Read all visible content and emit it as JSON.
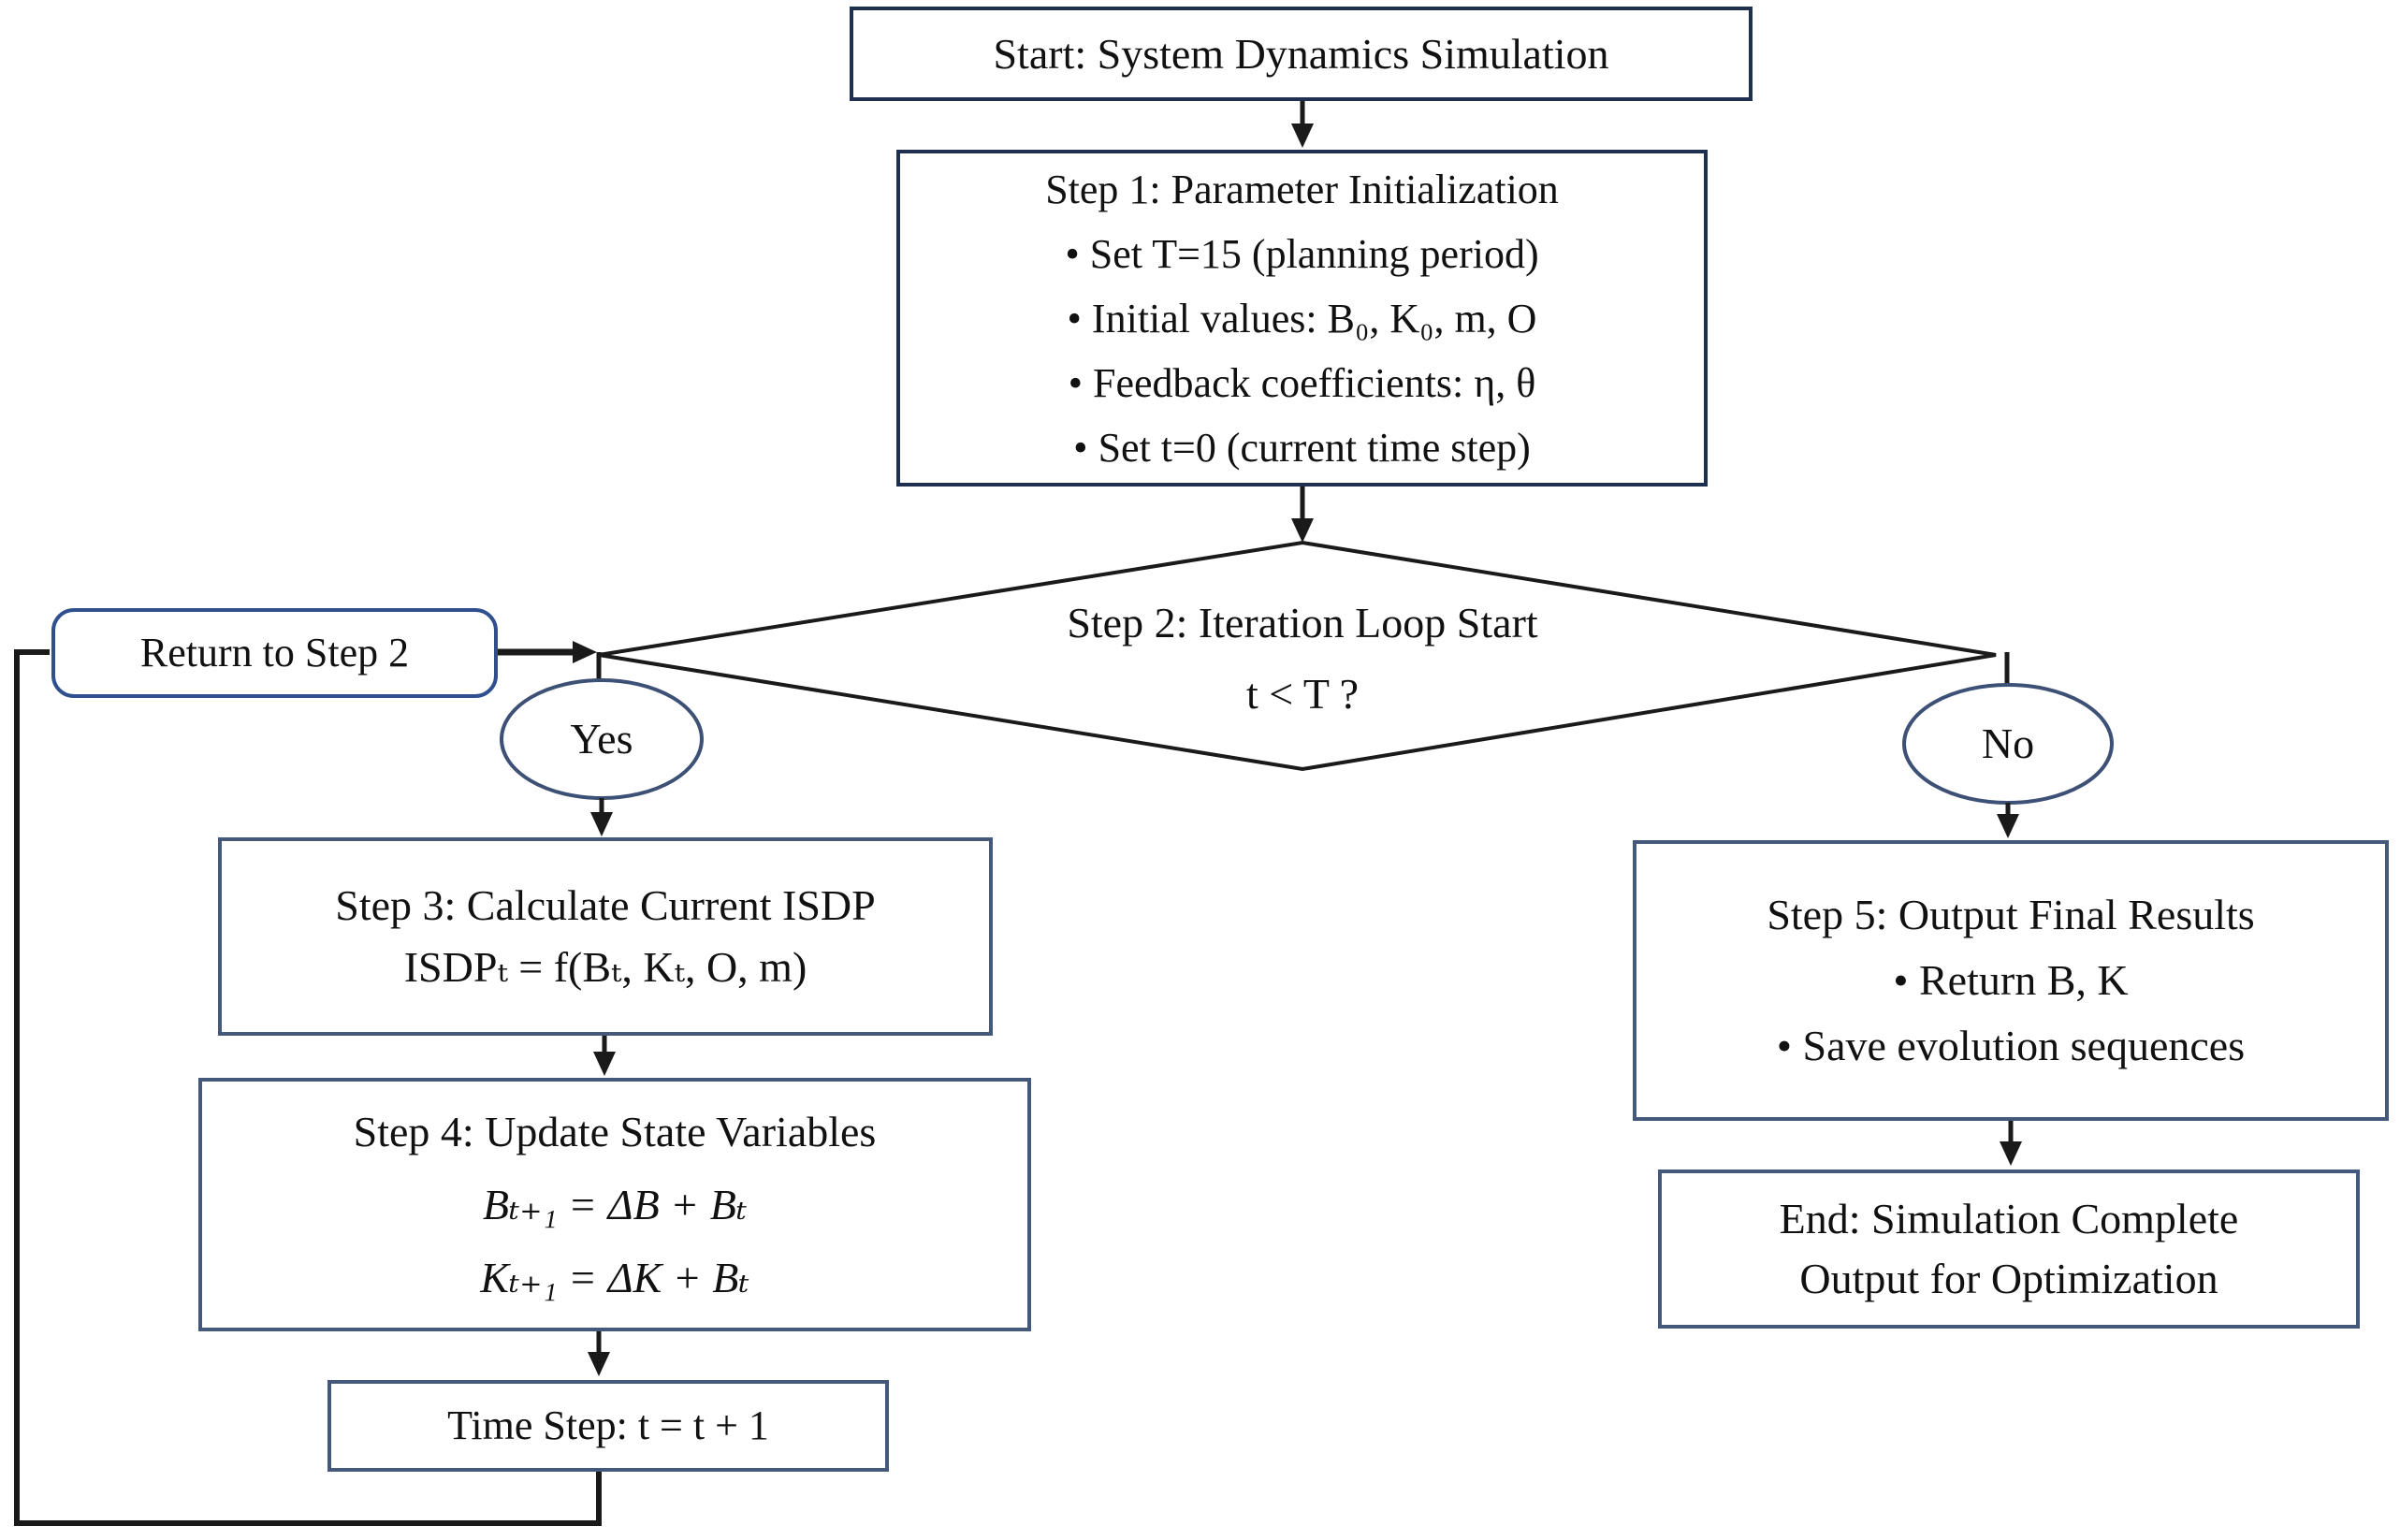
{
  "palette": {
    "background": "#ffffff",
    "box_border_dark": "#1e2f50",
    "box_border_slate": "#44587c",
    "return_border": "#2f4f8f",
    "ellipse_border": "#3d5075",
    "connector_line": "#1a1a1a",
    "text": "#111111"
  },
  "flow": {
    "start": {
      "label": "Start: System Dynamics Simulation"
    },
    "step1": {
      "lines": [
        "Step 1: Parameter Initialization",
        "• Set T=15 (planning period)",
        "• Initial values: B₀, K₀, m, O",
        "• Feedback coefficients: η, θ",
        "• Set t=0 (current time step)"
      ]
    },
    "step2": {
      "lines": [
        "Step 2: Iteration Loop Start",
        "t < T ?"
      ]
    },
    "yes_label": "Yes",
    "no_label": "No",
    "return_label": "Return to Step 2",
    "step3": {
      "lines": [
        "Step 3: Calculate Current ISDP",
        "ISDPₜ = f(Bₜ, Kₜ, O, m)"
      ]
    },
    "step4": {
      "title": "Step 4: Update State Variables",
      "equations": [
        "Bₜ₊₁ = ΔB + Bₜ",
        "Kₜ₊₁ = ΔK + Bₜ"
      ]
    },
    "time_step": {
      "label": "Time Step: t = t + 1"
    },
    "step5": {
      "lines": [
        "Step 5: Output Final Results",
        "• Return B, K",
        "• Save evolution sequences"
      ]
    },
    "end": {
      "lines": [
        "End: Simulation Complete",
        "Output for Optimization"
      ]
    }
  }
}
